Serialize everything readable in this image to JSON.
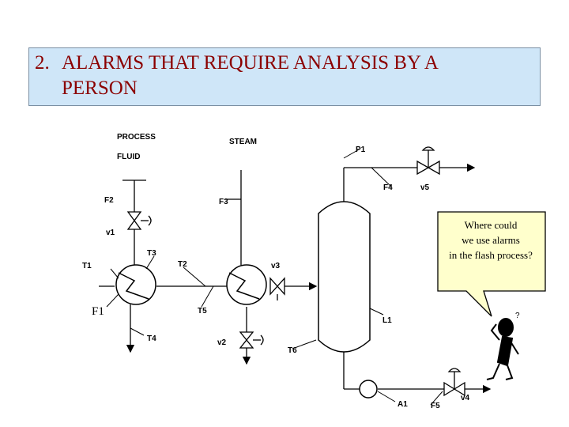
{
  "slide": {
    "title_number": "2.",
    "title_line1": "ALARMS THAT REQUIRE ANALYSIS BY A",
    "title_line2": "PERSON"
  },
  "diagram": {
    "labels": {
      "process": "PROCESS",
      "fluid": "FLUID",
      "steam": "STEAM"
    },
    "tags": {
      "p1": "P1",
      "f4": "F4",
      "v5": "v5",
      "f2": "F2",
      "f3": "F3",
      "v1": "v1",
      "t3": "T3",
      "t1": "T1",
      "t2": "T2",
      "v3": "v3",
      "f1": "F1",
      "t5": "T5",
      "l1": "L1",
      "t4": "T4",
      "v2": "v2",
      "t6": "T6",
      "a1": "A1",
      "f5": "F5",
      "v4": "v4"
    },
    "callout": {
      "line1": "Where could",
      "line2": "we use alarms",
      "line3": "in the flash process?"
    },
    "figure_mark": "?"
  }
}
